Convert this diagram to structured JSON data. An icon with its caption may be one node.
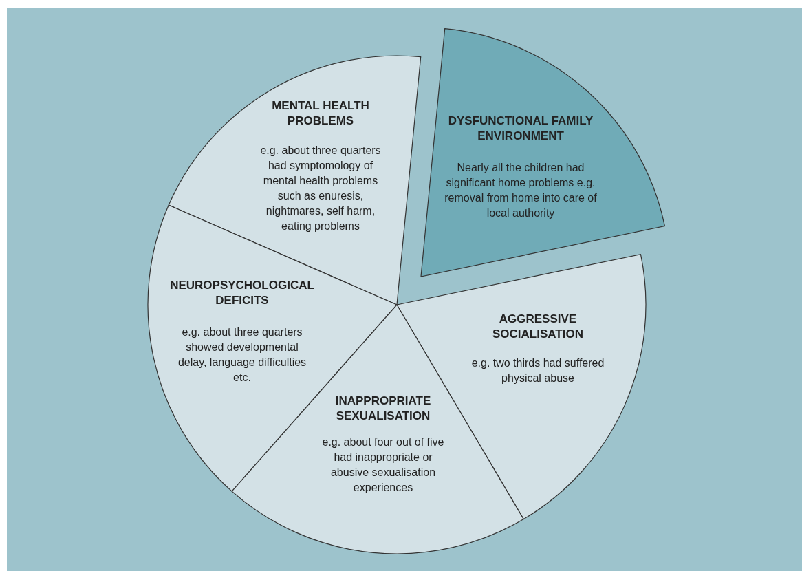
{
  "diagram": {
    "nodes": [
      {
        "text": [
          "MENTAL HEALTH PROBLEMS",
          "e.g. about three quarters had symptomology of mental health problems such as enuresis, nightmares, self harm, eating problems"
        ]
      },
      {
        "text": [
          "DYSFUNCTIONAL FAMILY ENVIRONMENT",
          "Nearly all the children had significant home problems e.g. removal from home into care of local authority"
        ]
      },
      {
        "text": [
          "NEUROPSYCHOLOGICAL DEFICITS",
          "e.g. about three quarters showed developmental delay, language difficulties etc."
        ]
      },
      {
        "text": [
          "AGGRESSIVE SOCIALISATION",
          "e.g. two thirds had suffered physical abuse"
        ]
      },
      {
        "text": [
          "INAPPROPRIATE SEXUALISATION",
          "e.g. about four out of five had inappropriate or abusive sexualisation experiences"
        ]
      }
    ],
    "edges": []
  }
}
